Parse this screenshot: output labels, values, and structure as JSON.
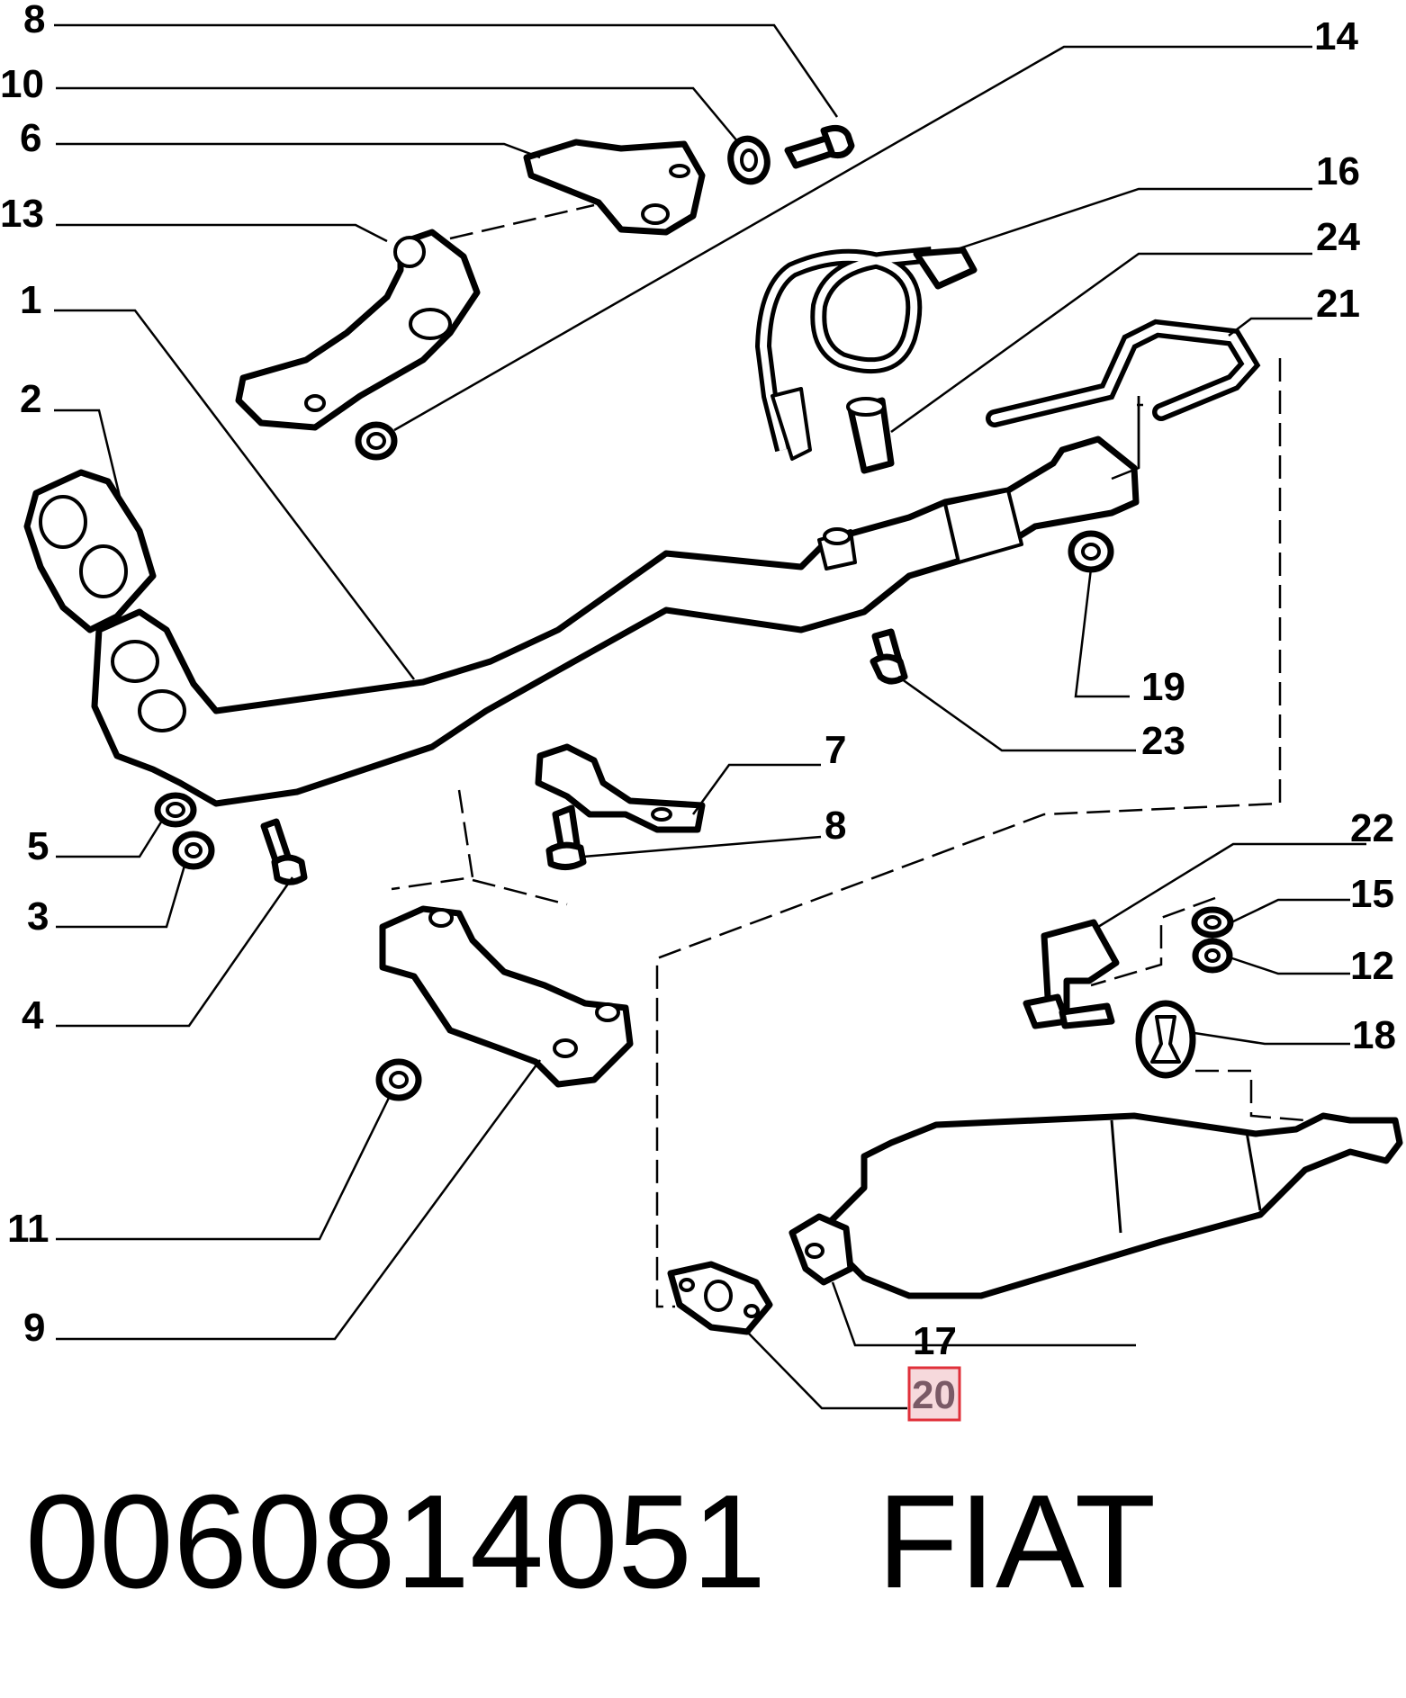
{
  "callouts": {
    "n1": "1",
    "n2": "2",
    "n3": "3",
    "n4": "4",
    "n5": "5",
    "n6": "6",
    "n7": "7",
    "n8a": "8",
    "n8b": "8",
    "n9": "9",
    "n10": "10",
    "n11": "11",
    "n12": "12",
    "n13": "13",
    "n14": "14",
    "n15": "15",
    "n16": "16",
    "n17": "17",
    "n18": "18",
    "n19": "19",
    "n20": "20",
    "n21": "21",
    "n22": "22",
    "n23": "23",
    "n24": "24"
  },
  "highlighted_callout": "20",
  "highlight_color": "#e0303a",
  "caption": {
    "part_number": "0060814051",
    "brand": "FIAT"
  }
}
